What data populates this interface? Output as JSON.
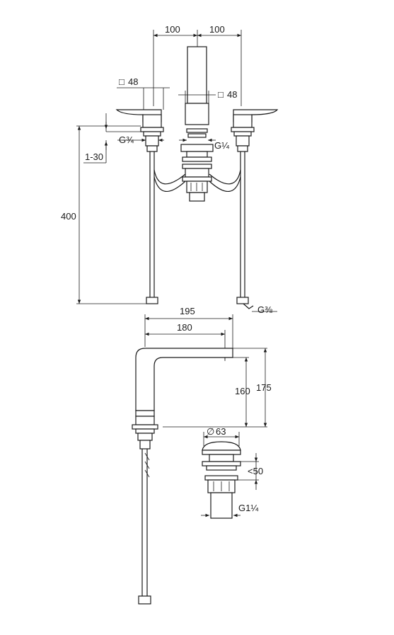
{
  "labels": {
    "top_width_left": "100",
    "top_width_right": "100",
    "handle_square": "48",
    "spout_square": "48",
    "thread_g34": "G¾",
    "thread_g14": "G¼",
    "range_1_30": "1-30",
    "height_400": "400",
    "thread_g38": "G⅜",
    "reach_195": "195",
    "reach_180": "180",
    "height_160": "160",
    "height_175": "175",
    "diameter_63": "63",
    "lt_50": "<50",
    "thread_g114": "G1¼"
  },
  "symbols": {
    "square": "□",
    "diameter": "∅"
  }
}
